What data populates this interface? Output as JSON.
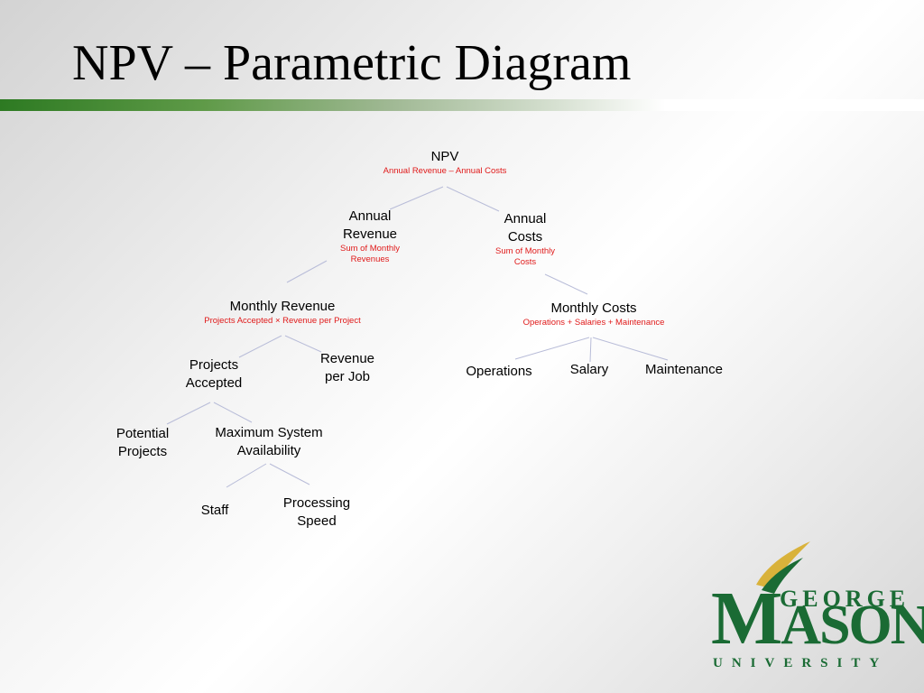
{
  "slide": {
    "title": "NPV – Parametric Diagram"
  },
  "nodes": {
    "npv": {
      "label": "NPV",
      "formula": "Annual Revenue – Annual Costs"
    },
    "annual_revenue": {
      "label_1": "Annual",
      "label_2": "Revenue",
      "formula_1": "Sum of Monthly",
      "formula_2": "Revenues"
    },
    "annual_costs": {
      "label_1": "Annual",
      "label_2": "Costs",
      "formula_1": "Sum of Monthly",
      "formula_2": "Costs"
    },
    "monthly_revenue": {
      "label": "Monthly Revenue",
      "formula": "Projects Accepted × Revenue per Project"
    },
    "monthly_costs": {
      "label": "Monthly Costs",
      "formula": "Operations + Salaries + Maintenance"
    },
    "projects_accepted": {
      "label_1": "Projects",
      "label_2": "Accepted"
    },
    "revenue_per_job": {
      "label_1": "Revenue",
      "label_2": "per Job"
    },
    "operations": {
      "label": "Operations"
    },
    "salary": {
      "label": "Salary"
    },
    "maintenance": {
      "label": "Maintenance"
    },
    "potential_projects": {
      "label_1": "Potential",
      "label_2": "Projects"
    },
    "max_system_availability": {
      "label_1": "Maximum System",
      "label_2": "Availability"
    },
    "staff": {
      "label": "Staff"
    },
    "processing_speed": {
      "label_1": "Processing",
      "label_2": "Speed"
    }
  },
  "logo": {
    "line_1": "GEORGE",
    "line_2_initial": "M",
    "line_2_rest": "ASON",
    "line_3": "UNIVERSITY"
  },
  "colors": {
    "title_rule_start": "#2d7a22",
    "formula_text": "#e01a1a",
    "connector": "#b8bcd8",
    "logo_green": "#1a6b34",
    "logo_gold": "#d9b23a"
  }
}
